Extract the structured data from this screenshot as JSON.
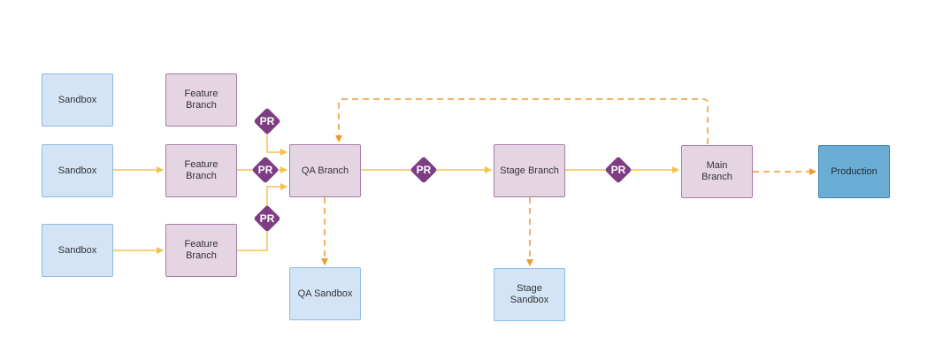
{
  "nodes": {
    "sandbox_1": "Sandbox",
    "sandbox_2": "Sandbox",
    "sandbox_3": "Sandbox",
    "feature_branch_1": "Feature\nBranch",
    "feature_branch_2": "Feature\nBranch",
    "feature_branch_3": "Feature\nBranch",
    "qa_branch": "QA Branch",
    "qa_sandbox": "QA Sandbox",
    "stage_branch": "Stage Branch",
    "stage_sandbox": "Stage\nSandbox",
    "main_branch": "Main\nBranch",
    "production": "Production"
  },
  "pr_label": "PR",
  "colors": {
    "sandbox_fill": "#d2e4f5",
    "sandbox_border": "#8cbce6",
    "branch_fill": "#e5d5e3",
    "branch_border": "#a77ba6",
    "production_fill": "#6aaed6",
    "pr_fill": "#7e3d82",
    "solid_edge": "#f7c04a",
    "dashed_edge": "#ef9a2f"
  }
}
